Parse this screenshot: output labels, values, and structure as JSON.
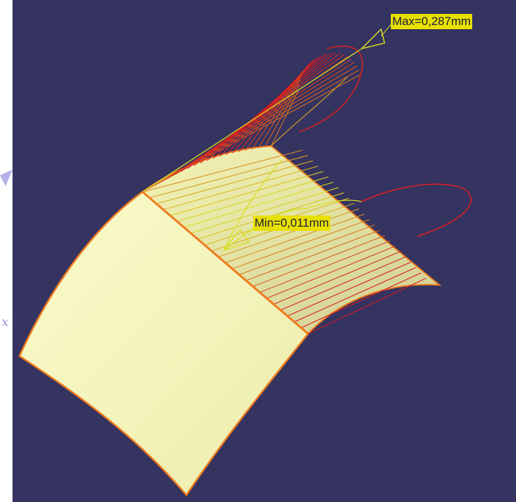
{
  "viewer": {
    "background_color": "#353360",
    "page_color": "#ffffff",
    "surface_color": "#f5f5b8",
    "edge_color": "#f07b1d",
    "hatch_red": "#d82020",
    "hatch_yellow": "#d8e020",
    "label_background": "#e8e000"
  },
  "analysis": {
    "max_label": "Max=0,287mm",
    "min_label": "Min=0,011mm",
    "max_value_mm": 0.287,
    "min_value_mm": 0.011
  },
  "axis": {
    "x_label": "x"
  },
  "icons": [
    "triangle-marker-icon"
  ]
}
